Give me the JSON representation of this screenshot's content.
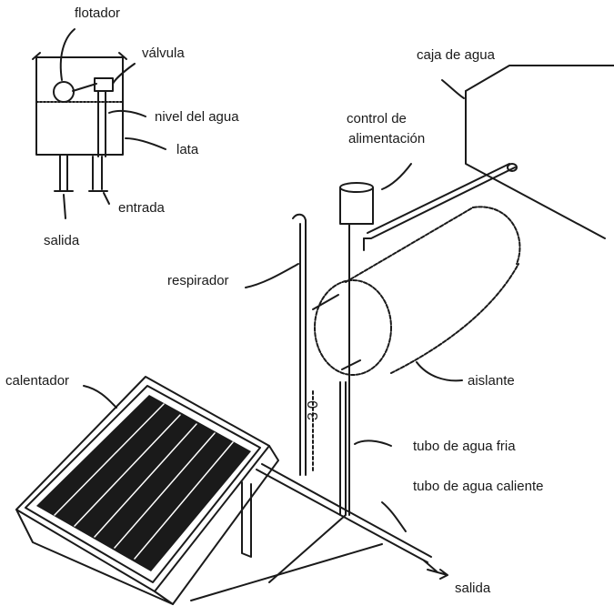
{
  "colors": {
    "ink": "#1a1a1a",
    "paper": "#ffffff"
  },
  "labels": {
    "flotador": "flotador",
    "valvula": "válvula",
    "nivel_agua": "nivel del agua",
    "lata": "lata",
    "entrada": "entrada",
    "salida_top": "salida",
    "caja_agua": "caja de agua",
    "control_alimentacion_1": "control de",
    "control_alimentacion_2": "alimentación",
    "respirador": "respirador",
    "calentador": "calentador",
    "aislante": "aislante",
    "tubo_fria": "tubo de agua fria",
    "tubo_caliente": "tubo de agua caliente",
    "salida_bottom": "salida",
    "distance_mark": "30"
  }
}
